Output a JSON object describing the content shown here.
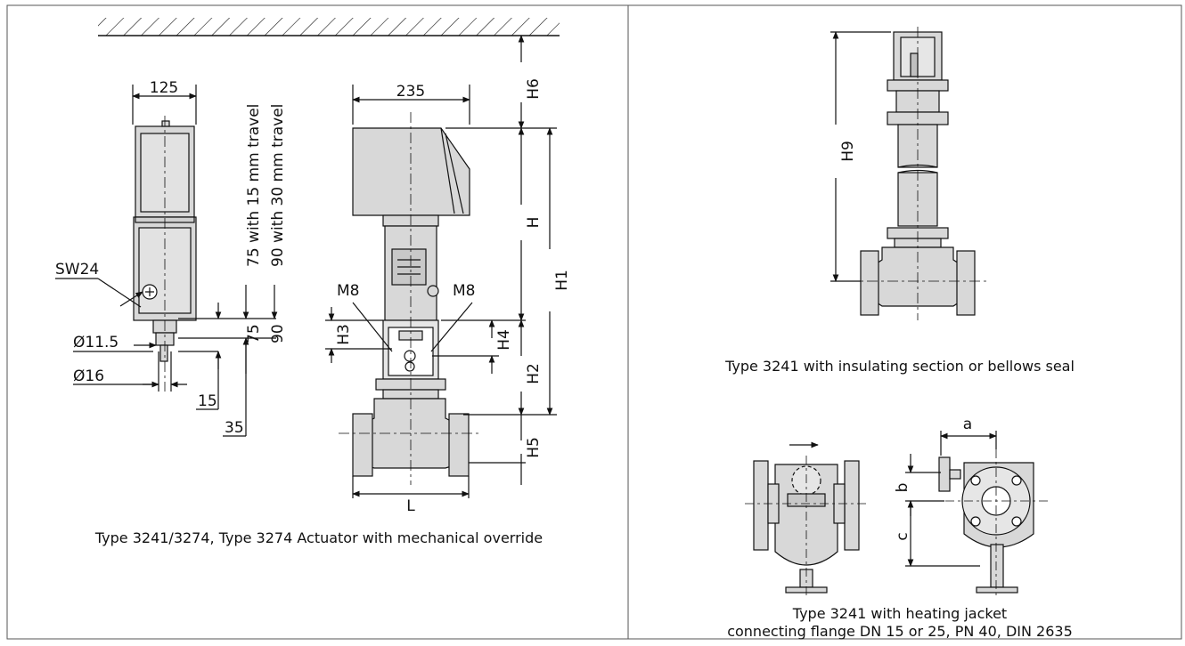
{
  "left_figure": {
    "caption": "Type 3241/3274, Type 3274 Actuator with mechanical override",
    "side_view": {
      "width_label": "125",
      "wrench_label": "SW24",
      "stem_diameter_label": "Ø11.5",
      "coupling_diameter_label": "Ø16",
      "dim_75": "75",
      "dim_90": "90",
      "dim_15": "15",
      "dim_35": "35",
      "travel_note_1": "75 with 15 mm travel",
      "travel_note_2": "90 with 30 mm travel"
    },
    "front_view": {
      "width_label": "235",
      "H6": "H6",
      "H": "H",
      "H1": "H1",
      "H2": "H2",
      "H3": "H3",
      "H4": "H4",
      "H5": "H5",
      "L": "L",
      "M8_left": "M8",
      "M8_right": "M8"
    }
  },
  "top_right_figure": {
    "caption": "Type 3241 with insulating section or bellows seal",
    "H9": "H9"
  },
  "bottom_right_figure": {
    "caption_line1": "Type 3241 with heating jacket",
    "caption_line2": "connecting flange DN 15 or 25, PN 40, DIN 2635",
    "a": "a",
    "b": "b",
    "c": "c"
  },
  "colors": {
    "body_fill": "#d8d8d8",
    "line": "#111111",
    "frame": "#444444"
  }
}
